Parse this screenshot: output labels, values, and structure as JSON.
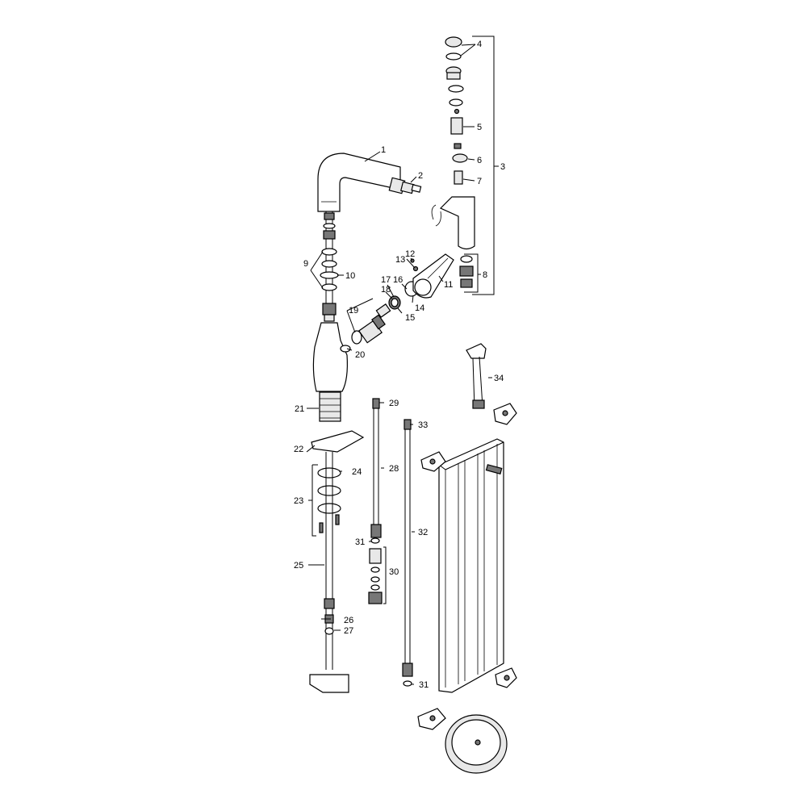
{
  "diagram": {
    "callouts": [
      "1",
      "2",
      "3",
      "4",
      "5",
      "6",
      "7",
      "8",
      "9",
      "10",
      "11",
      "12",
      "13",
      "14",
      "15",
      "16",
      "17",
      "18",
      "19",
      "20",
      "21",
      "22",
      "23",
      "24",
      "25",
      "26",
      "27",
      "28",
      "29",
      "30",
      "31",
      "31",
      "32",
      "33",
      "34"
    ]
  }
}
